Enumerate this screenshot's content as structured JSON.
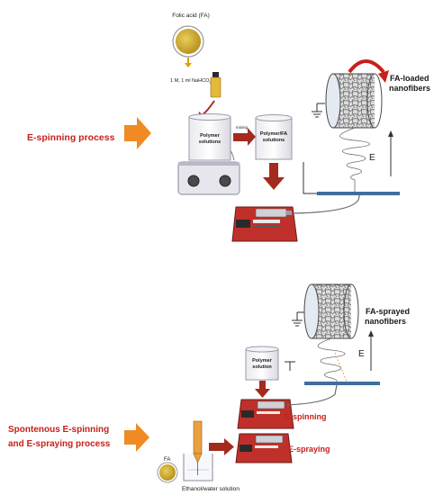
{
  "labels": {
    "folic_acid": "Folic acid (FA)",
    "nahco3_prefix": "1 M, 1 ml NaHCO",
    "nahco3_sub": "3",
    "mixing": "mixing",
    "polymer_solutions_1": "Polymer",
    "polymer_solutions_2": "solutions",
    "polymer_fa_1": "Polymer/FA",
    "polymer_fa_2": "solutions",
    "fa_loaded_1": "FA-loaded",
    "fa_loaded_2": "nanofibers",
    "e_field_top": "E",
    "espinning_process": "E-spinning process",
    "fa_sprayed_1": "FA-sprayed",
    "fa_sprayed_2": "nanofibers",
    "e_field_bottom": "E",
    "polymer_sol_b1": "Polymer",
    "polymer_sol_b2": "solution",
    "espinning": "E-spinning",
    "espraying": "E-spraying",
    "spontaneous_1": "Spontenous E-spinning",
    "spontaneous_2": "and E-spraying process",
    "fa_small": "FA",
    "ethanol_water": "Ethanol/water solution"
  },
  "colors": {
    "process_arrow": "#f08a24",
    "flow_arrow": "#a52a1e",
    "curved_arrow": "#c8201b",
    "red_text": "#c8201b",
    "pump_body": "#c0302a",
    "folic_acid": "#d9b62e"
  }
}
